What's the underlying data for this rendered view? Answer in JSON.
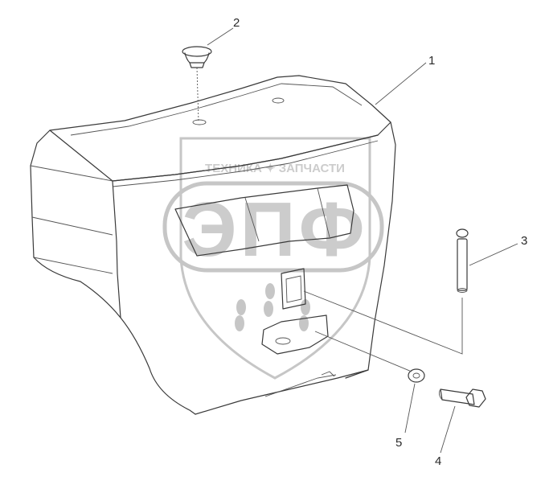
{
  "diagram": {
    "callouts": [
      {
        "id": "1",
        "label": "1"
      },
      {
        "id": "2",
        "label": "2"
      },
      {
        "id": "3",
        "label": "3"
      },
      {
        "id": "4",
        "label": "4"
      },
      {
        "id": "5",
        "label": "5"
      }
    ],
    "parts": {
      "counterweight": "counterweight-body",
      "plug": "plug-cap",
      "pin": "locking-pin",
      "bolt": "hex-bolt",
      "washer": "flat-washer"
    }
  },
  "watermark": {
    "brand_line": "ТЕХНИКА ✦ ЗАПЧАСТИ",
    "logo_letters": "ЭПФ",
    "color": "#bdbdbd"
  },
  "colors": {
    "line": "#3a3a3a",
    "background": "#ffffff"
  }
}
